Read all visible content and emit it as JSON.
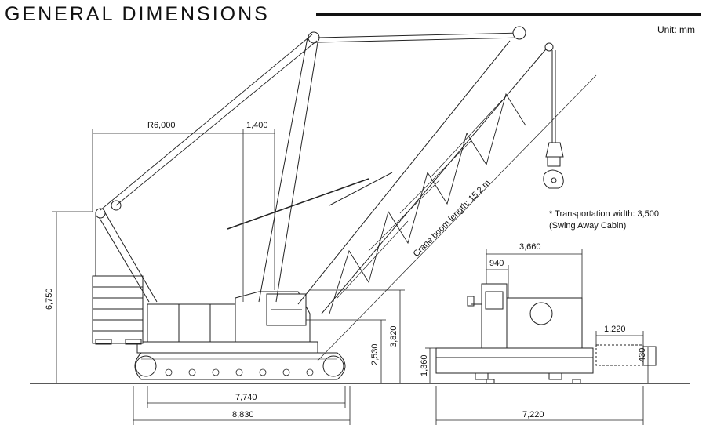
{
  "header": {
    "title": "GENERAL DIMENSIONS",
    "unit": "Unit: mm"
  },
  "note": {
    "line1": "* Transportation width: 3,500",
    "line2": "(Swing Away Cabin)"
  },
  "dimensions": {
    "radius": "R6,000",
    "offset": "1,400",
    "boom_length": "Crane boom length: 15.2 m",
    "height_total": "6,750",
    "height_cab": "3,820",
    "height_pivot": "2,530",
    "height_track_side": "1,360",
    "height_counterweight": "430",
    "track_length": "7,740",
    "overall_length": "8,830",
    "width_outer": "3,660",
    "width_cab": "940",
    "width_track": "1,220",
    "overall_width": "7,220"
  }
}
